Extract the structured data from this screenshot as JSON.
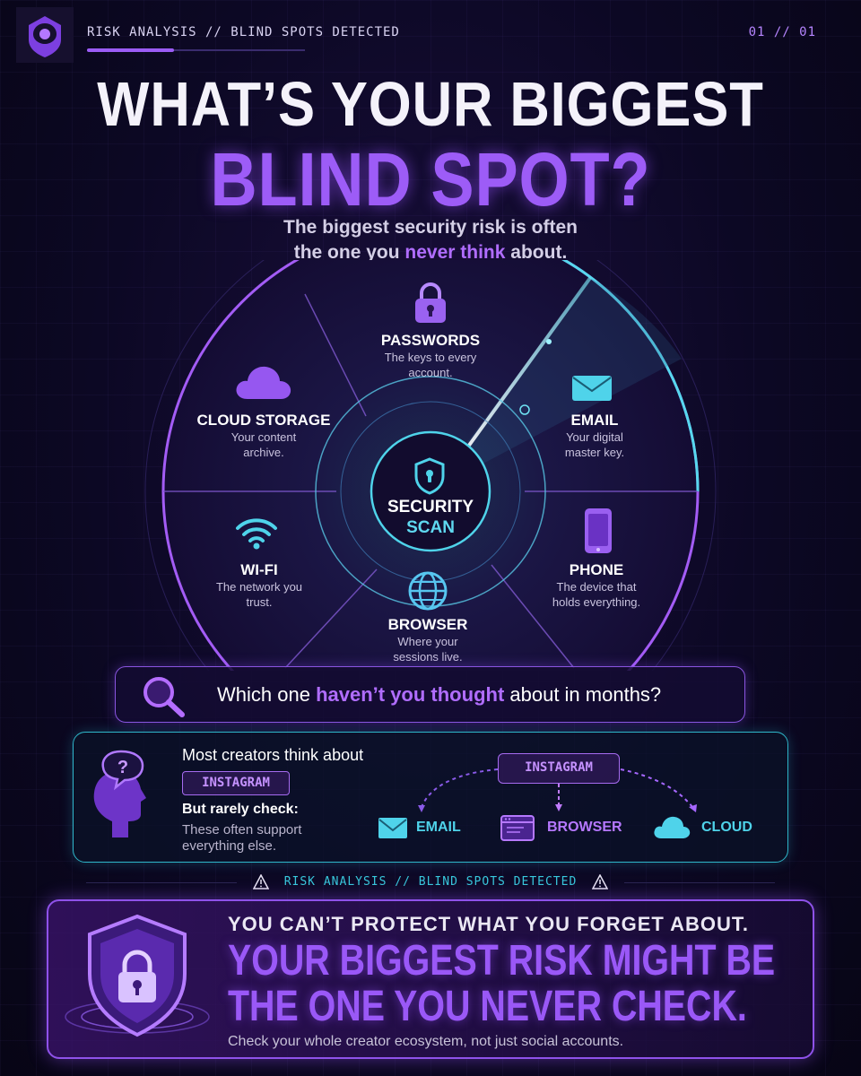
{
  "header": {
    "label": "RISK ANALYSIS // BLIND SPOTS DETECTED",
    "page": "01 // 01",
    "progress": 0.4
  },
  "headline": {
    "line1": "WHAT’S YOUR BIGGEST",
    "line2": "BLIND SPOT?",
    "subtitle_a": "The biggest security risk is often",
    "subtitle_b": "the one you ",
    "subtitle_highlight": "never think",
    "subtitle_c": " about."
  },
  "wheel": {
    "center_title": "SECURITY",
    "center_sub": "SCAN",
    "segments": [
      {
        "label": "PASSWORDS",
        "desc": [
          "The keys to every",
          "account."
        ],
        "icon": "lock-icon"
      },
      {
        "label": "EMAIL",
        "desc": [
          "Your digital",
          "master key."
        ],
        "icon": "envelope-icon"
      },
      {
        "label": "PHONE",
        "desc": [
          "The device that",
          "holds everything."
        ],
        "icon": "phone-icon"
      },
      {
        "label": "BROWSER",
        "desc": [
          "Where your",
          "sessions live."
        ],
        "icon": "globe-icon"
      },
      {
        "label": "WI-FI",
        "desc": [
          "The network you",
          "trust."
        ],
        "icon": "wifi-icon"
      },
      {
        "label": "CLOUD STORAGE",
        "desc": [
          "Your content",
          "archive."
        ],
        "icon": "cloud-icon"
      }
    ]
  },
  "question": {
    "before": "Which one ",
    "highlight": "haven’t you thought",
    "after": " about in months?"
  },
  "creators": {
    "line1": "Most creators think about",
    "tag": "INSTAGRAM",
    "line2": "But rarely check:",
    "line3a": "These often support",
    "line3b": "everything else.",
    "source": "INSTAGRAM",
    "destinations": [
      {
        "label": "EMAIL",
        "icon": "envelope-icon",
        "color": "#4fd3ea"
      },
      {
        "label": "BROWSER",
        "icon": "browser-window-icon",
        "color": "#b678ff"
      },
      {
        "label": "CLOUD",
        "icon": "cloud-icon",
        "color": "#4fd3ea"
      }
    ]
  },
  "divider": {
    "text": "RISK ANALYSIS // BLIND SPOTS DETECTED"
  },
  "bottom": {
    "line1": "YOU CAN’T PROTECT WHAT YOU FORGET ABOUT.",
    "line2a": "YOUR BIGGEST RISK MIGHT BE",
    "line2b": "THE ONE YOU NEVER CHECK.",
    "line3": "Check your whole creator ecosystem, not just social accounts."
  },
  "colors": {
    "accent_purple": "#9d5cf7",
    "accent_cyan": "#4fd3ea",
    "background": "#0c0824"
  }
}
